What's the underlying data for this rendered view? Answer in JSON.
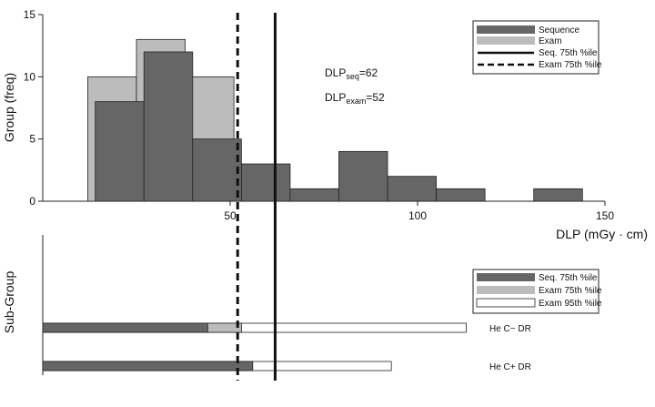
{
  "chart_data": {
    "type": "bar",
    "xlabel": "DLP (mGy · cm)",
    "xlim": [
      0,
      150
    ],
    "x_ticks": [
      50,
      100,
      150
    ],
    "histogram": {
      "ylabel": "Group (freq)",
      "ylim": [
        0,
        15
      ],
      "y_ticks": [
        0,
        5,
        10,
        15
      ],
      "bin_width": 13,
      "series": [
        {
          "name": "Exam",
          "color": "#bcbcbc",
          "bins": [
            {
              "x0": 12,
              "count": 10
            },
            {
              "x0": 25,
              "count": 13
            },
            {
              "x0": 38,
              "count": 10
            },
            {
              "x0": 77,
              "count": 1
            }
          ]
        },
        {
          "name": "Sequence",
          "color": "#666666",
          "bins": [
            {
              "x0": 14,
              "count": 8
            },
            {
              "x0": 27,
              "count": 12
            },
            {
              "x0": 40,
              "count": 5
            },
            {
              "x0": 53,
              "count": 3
            },
            {
              "x0": 66,
              "count": 1
            },
            {
              "x0": 79,
              "count": 4
            },
            {
              "x0": 92,
              "count": 2
            },
            {
              "x0": 105,
              "count": 1
            },
            {
              "x0": 131,
              "count": 1
            }
          ]
        }
      ],
      "reference_lines": [
        {
          "name": "Seq. 75th %ile",
          "x": 62,
          "style": "solid"
        },
        {
          "name": "Exam 75th %ile",
          "x": 52,
          "style": "dashed"
        }
      ],
      "annotations": [
        {
          "prefix": "DLP",
          "sub": "seq",
          "suffix": "=62",
          "value": 62
        },
        {
          "prefix": "DLP",
          "sub": "exam",
          "suffix": "=52",
          "value": 52
        }
      ],
      "legend": [
        "Sequence",
        "Exam",
        "Seq. 75th %ile",
        "Exam 75th %ile"
      ],
      "legend_position": "top-right"
    },
    "subgroup": {
      "ylabel": "Sub-Group",
      "series": [
        {
          "name": "Seq. 75th %ile",
          "color": "#666666"
        },
        {
          "name": "Exam 75th %ile",
          "color": "#bcbcbc"
        },
        {
          "name": "Exam 95th %ile",
          "color": "#ffffff"
        }
      ],
      "categories": [
        {
          "label": "He C− DR",
          "values": [
            44,
            53,
            113
          ]
        },
        {
          "label": "He C+ DR",
          "values": [
            56,
            56,
            93
          ]
        }
      ],
      "legend_position": "top-right"
    }
  }
}
